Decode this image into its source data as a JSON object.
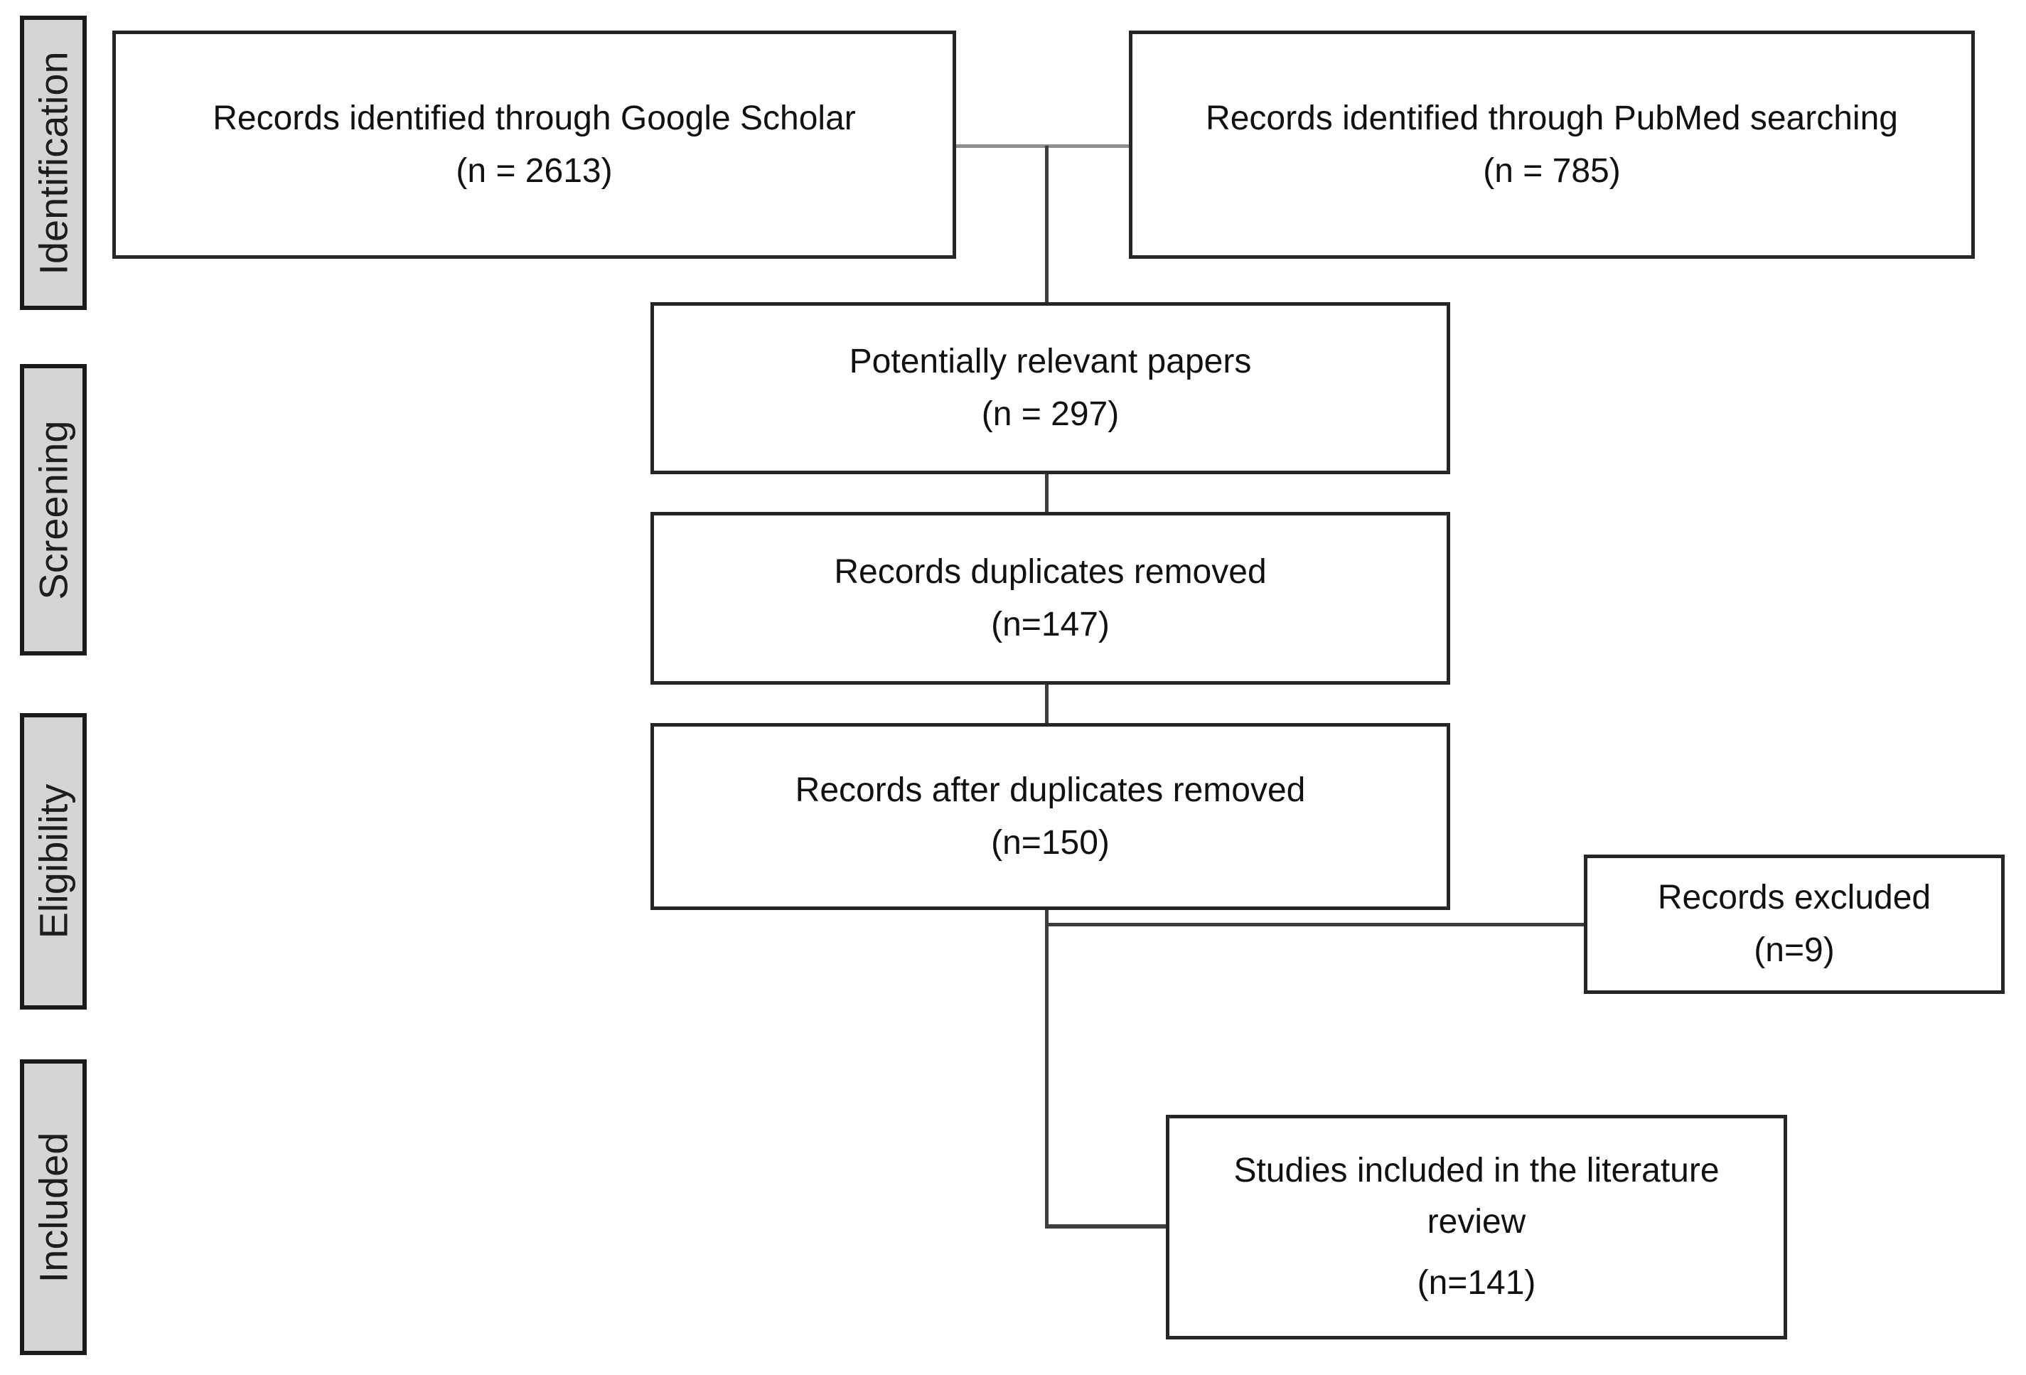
{
  "diagram": {
    "type": "flowchart",
    "stages": [
      {
        "label": "Identification"
      },
      {
        "label": "Screening"
      },
      {
        "label": "Eligibility"
      },
      {
        "label": "Included"
      }
    ],
    "nodes": {
      "google_scholar": {
        "text": "Records identified through Google Scholar",
        "count": "(n = 2613)"
      },
      "pubmed": {
        "text": "Records identified through PubMed searching",
        "count": "(n = 785)"
      },
      "relevant": {
        "text": "Potentially relevant papers",
        "count": "(n = 297)"
      },
      "duplicates_removed": {
        "text": "Records duplicates removed",
        "count": "(n=147)"
      },
      "after_duplicates": {
        "text": "Records after duplicates removed",
        "count": "(n=150)"
      },
      "excluded": {
        "text": "Records excluded",
        "count": "(n=9)"
      },
      "included_studies": {
        "text": "Studies included in the literature review",
        "count": "(n=141)"
      }
    },
    "colors": {
      "background": "#ffffff",
      "box_border": "#262626",
      "stage_fill": "#d5d5d5",
      "stage_border": "#1a1a1a",
      "connector_dark": "#3d3d3d",
      "connector_light": "#8f8f8f",
      "text": "#111111"
    }
  }
}
